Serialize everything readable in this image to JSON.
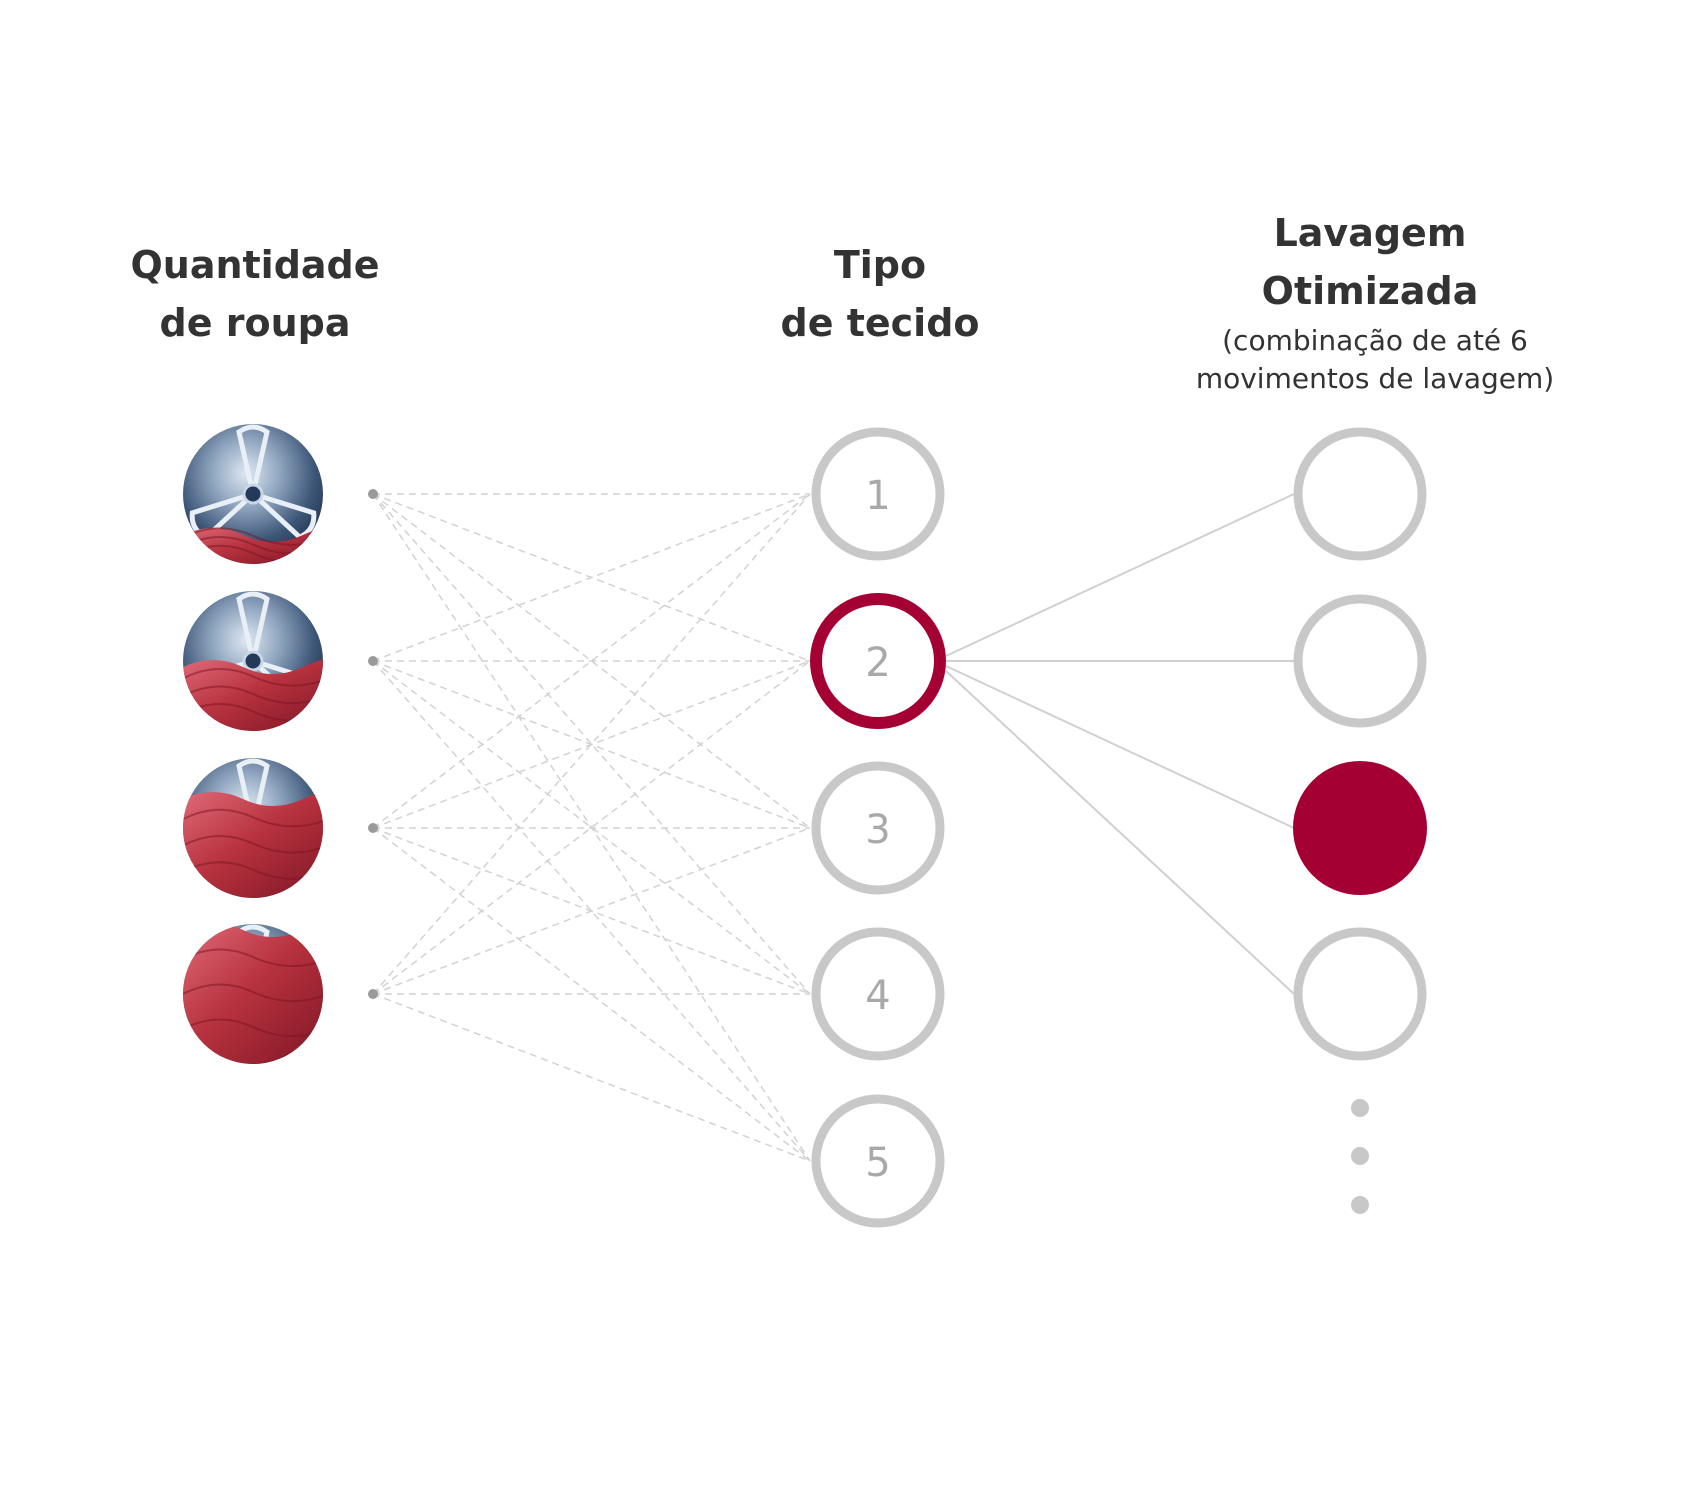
{
  "columns": {
    "quantity": {
      "line1": "Quantidade",
      "line2": "de roupa"
    },
    "fabric": {
      "line1": "Tipo",
      "line2": "de tecido"
    },
    "optimized": {
      "line1": "Lavagem",
      "line2": "Otimizada",
      "note1": "(combinação de até 6",
      "note2": "movimentos de lavagem)"
    }
  },
  "load_levels": [
    {
      "name": "load-level-1",
      "fill_fraction": 0.25
    },
    {
      "name": "load-level-2",
      "fill_fraction": 0.5
    },
    {
      "name": "load-level-3",
      "fill_fraction": 0.75
    },
    {
      "name": "load-level-4",
      "fill_fraction": 1.0
    }
  ],
  "fabric_types": [
    "1",
    "2",
    "3",
    "4",
    "5"
  ],
  "selected_fabric": "2",
  "washing_motions": [
    {
      "state": "empty"
    },
    {
      "state": "empty"
    },
    {
      "state": "selected"
    },
    {
      "state": "empty"
    }
  ],
  "more_indicator": "ellipsis-vertical",
  "colors": {
    "accent": "#a50034",
    "ring": "#c8c8c8",
    "number": "#a9a9a9",
    "heading": "#333333",
    "dashed_link": "#d2d2d2",
    "solid_link": "#d0d0d0"
  }
}
